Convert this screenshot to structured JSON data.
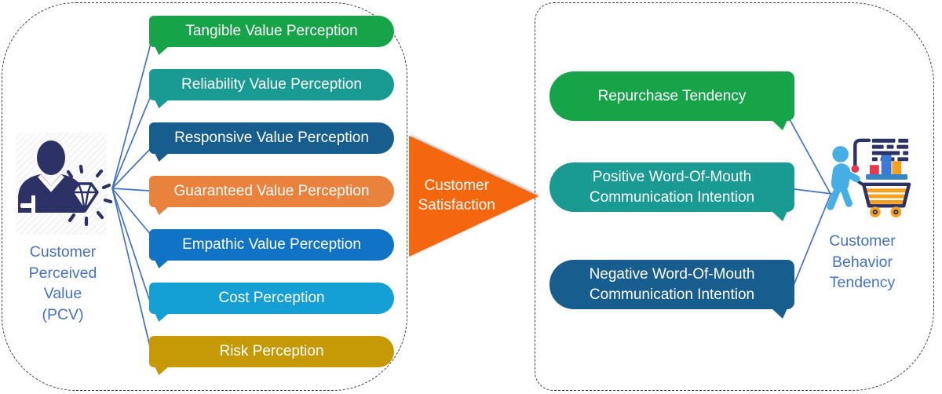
{
  "left_panel": {
    "icon": "customer-diamond-icon",
    "label": "Customer Perceived Value (PCV)",
    "bubbles": [
      {
        "label": "Tangible Value Perception",
        "color": "#17A449"
      },
      {
        "label": "Reliability Value Perception",
        "color": "#199A92"
      },
      {
        "label": "Responsive Value Perception",
        "color": "#175E8E"
      },
      {
        "label": "Guaranteed Value Perception",
        "color": "#E8823D"
      },
      {
        "label": "Empathic Value Perception",
        "color": "#1173C5"
      },
      {
        "label": "Cost Perception",
        "color": "#14A0D4"
      },
      {
        "label": "Risk Perception",
        "color": "#C69A06"
      }
    ]
  },
  "connector": {
    "label": "Customer Satisfaction",
    "color": "#F5670F"
  },
  "right_panel": {
    "icon": "customer-cart-icon",
    "label": "Customer Behavior Tendency",
    "bubbles": [
      {
        "label": "Repurchase Tendency",
        "color": "#17A449"
      },
      {
        "label": "Positive Word-Of-Mouth Communication Intention",
        "color": "#199A92"
      },
      {
        "label": "Negative Word-Of-Mouth Communication Intention",
        "color": "#175E8E"
      }
    ]
  },
  "colors": {
    "connector_line": "#4472C4",
    "label_text": "#4472C4"
  }
}
